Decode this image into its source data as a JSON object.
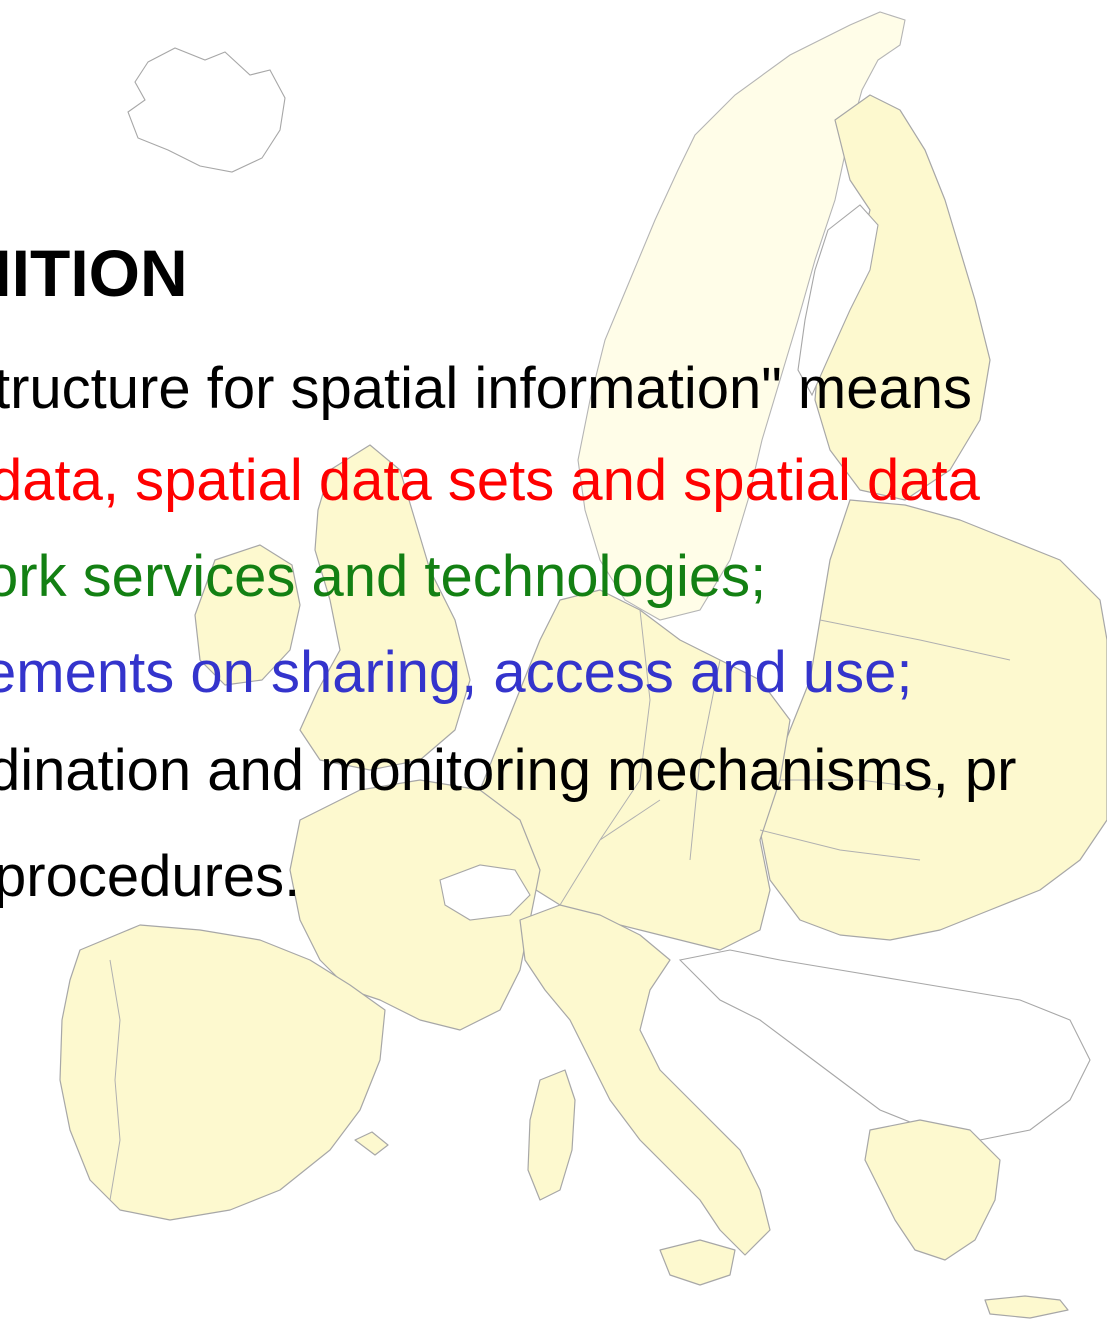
{
  "slide": {
    "heading": "NITION",
    "lines": [
      {
        "text": "tructure for spatial information\" means",
        "color": "#000000"
      },
      {
        "text": "data, spatial data sets and spatial data",
        "color": "#ff0000"
      },
      {
        "text": "ork services and technologies;",
        "color": "#138013"
      },
      {
        "text": "ements on sharing, access and use;",
        "color": "#3434cc"
      },
      {
        "text": "dination and monitoring mechanisms, pr",
        "color": "#000000"
      },
      {
        "text": "procedures.",
        "color": "#000000"
      }
    ]
  },
  "background": {
    "image": "europe-map",
    "land_color": "#fdf9cf",
    "border_color": "#a7a7a7"
  }
}
